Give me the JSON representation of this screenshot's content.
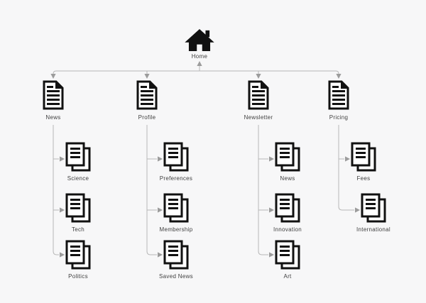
{
  "diagram": {
    "type": "sitemap-tree",
    "colors": {
      "background": "#f7f7f8",
      "icon": "#111111",
      "connector_line": "#b7b7b7",
      "arrowhead": "#9c9c9c",
      "label_text": "#3f3f3f"
    },
    "icons": {
      "root": "home-icon",
      "level1": "document-icon",
      "level2": "documents-stack-icon"
    }
  },
  "sitemap": {
    "home": {
      "label": "Home"
    },
    "pages": [
      {
        "label": "News",
        "children": [
          {
            "label": "Science"
          },
          {
            "label": "Tech"
          },
          {
            "label": "Politics"
          }
        ]
      },
      {
        "label": "Profile",
        "children": [
          {
            "label": "Preferences"
          },
          {
            "label": "Membership"
          },
          {
            "label": "Saved News"
          }
        ]
      },
      {
        "label": "Newsletter",
        "children": [
          {
            "label": "News"
          },
          {
            "label": "Innovation"
          },
          {
            "label": "Art"
          }
        ]
      },
      {
        "label": "Pricing",
        "children": [
          {
            "label": "Fees"
          },
          {
            "label": "International"
          }
        ]
      }
    ]
  }
}
